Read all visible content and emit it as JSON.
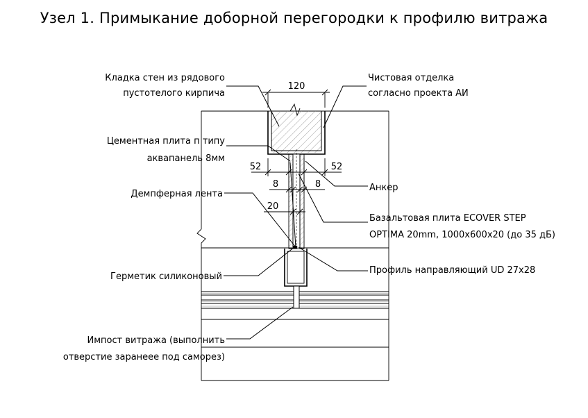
{
  "title": "Узел 1. Примыкание доборной перегородки к профилю витража",
  "labels": {
    "masonry_1": "Кладка стен из рядового",
    "masonry_2": "пустотелого кирпича",
    "finish_1": "Чистовая отделка",
    "finish_2": "согласно проекта АИ",
    "cement_1": "Цементная плита п типу",
    "cement_2": "аквапанель 8мм",
    "anchor": "Анкер",
    "damper": "Демпферная лента",
    "basalt_1": "Базальтовая плита ECOVER STEP",
    "basalt_2": "OPTIMA 20mm, 1000x600x20 (до 35 дБ)",
    "sealant": "Герметик силиконовый",
    "profile": "Профиль направляющий UD 27x28",
    "impost_1": "Импост витража (выполнить",
    "impost_2": "отверстие заранеее под саморез)"
  },
  "dimensions": {
    "d120": "120",
    "d52_left": "52",
    "d52_right": "52",
    "d8_left": "8",
    "d8_right": "8",
    "d20": "20"
  }
}
